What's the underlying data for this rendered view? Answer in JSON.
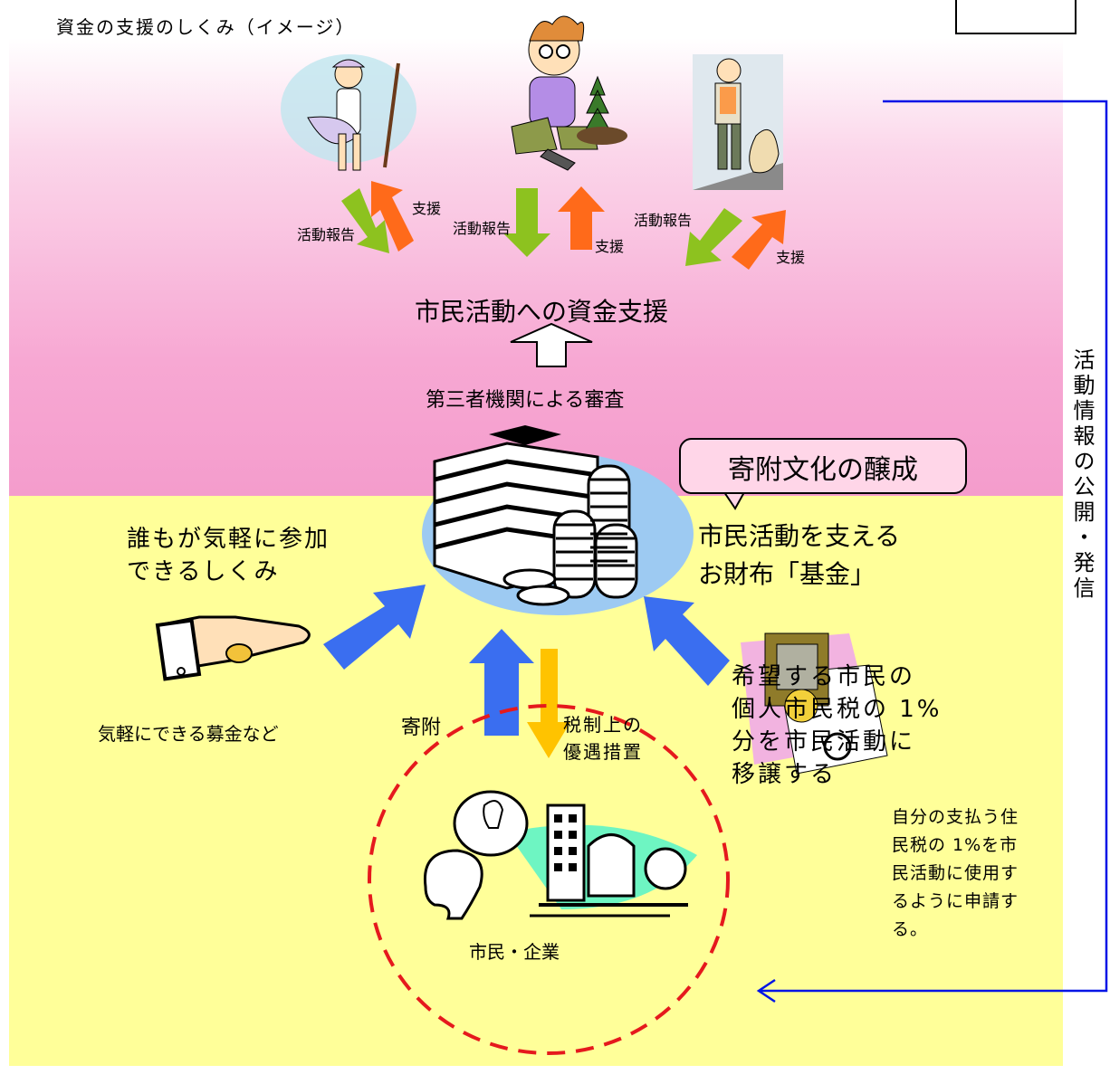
{
  "diagram_title": "資金の支援のしくみ（イメージ）",
  "activity_labels": {
    "report": "活動報告",
    "support": "支援"
  },
  "fund_support": "市民活動への資金支援",
  "review": "第三者機関による審査",
  "callout": "寄附文化の醸成",
  "fund": {
    "line1": "市民活動を支える",
    "line2": "お財布「基金」"
  },
  "easy": {
    "line1": "誰もが気軽に参加",
    "line2": "できるしくみ",
    "example": "気軽にできる募金など"
  },
  "donation": "寄附",
  "tax": {
    "line1": "税制上の",
    "line2": "優遇措置"
  },
  "onepercent": {
    "line1": "希望する市民の",
    "line2": "個人市民税の 1%",
    "line3": "分を市民活動に",
    "line4": "移譲する"
  },
  "apply": {
    "line1": "自分の支払う住",
    "line2": "民税の 1%を市",
    "line3": "民活動に使用す",
    "line4": "るように申請す",
    "line5": "る。"
  },
  "citizens": "市民・企業",
  "side_label": "活動情報の公開・発信",
  "colors": {
    "pink": "#f49ccc",
    "yellow": "#ffff99",
    "green_arrow": "#8dc21f",
    "orange_arrow": "#ff6a1a",
    "blue_arrow": "#3a6ef0",
    "gold_arrow": "#ffc300",
    "dash_red": "#e5191d",
    "feedback_blue": "#0014e6"
  }
}
